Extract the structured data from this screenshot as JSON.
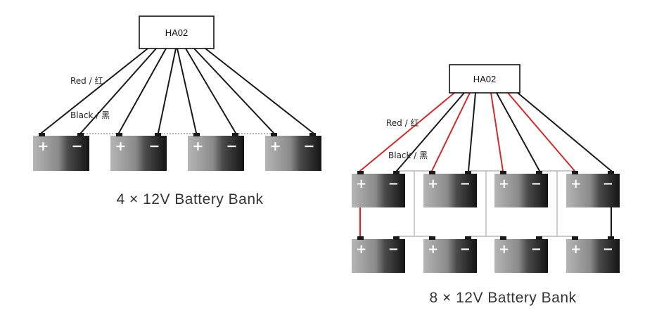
{
  "colors": {
    "red_wire": "#d02a2a",
    "black_wire": "#1a1a1a",
    "bridge_wire": "#b8b8b8",
    "battery_dark": "#1c1c1c",
    "battery_light": "#a9a9a9"
  },
  "diagram_4": {
    "hub_label": "HA02",
    "red_label": "Red / 红",
    "black_label": "Black / 黑",
    "caption": "4 × 12V Battery Bank",
    "battery_count": 4,
    "plus_sign": "+",
    "minus_sign": "−"
  },
  "diagram_8": {
    "hub_label": "HA02",
    "red_label": "Red / 红",
    "black_label": "Black / 黑",
    "caption": "8 × 12V Battery Bank",
    "battery_count": 8,
    "plus_sign": "+",
    "minus_sign": "−"
  }
}
